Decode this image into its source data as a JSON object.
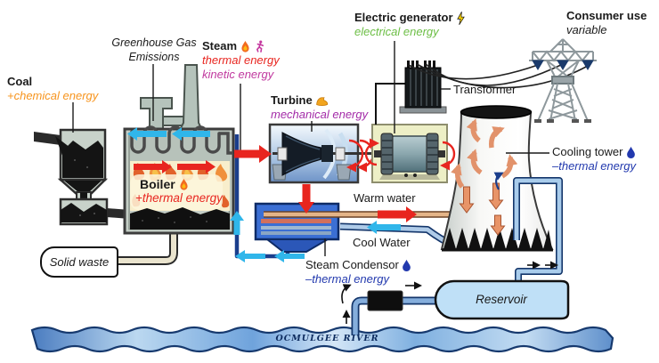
{
  "colors": {
    "chemical": "#F7941D",
    "thermal": "#E8251F",
    "kinetic": "#C0399F",
    "mechanical": "#A32BA8",
    "electrical": "#6CBE45",
    "cold": "#2239AE",
    "ink": "#1A1A1A"
  },
  "labels": {
    "coal": {
      "title": "Coal",
      "energy": "+chemical energy"
    },
    "emissions": {
      "line1": "Greenhouse Gas",
      "line2": "Emissions"
    },
    "steam": {
      "title": "Steam",
      "thermal": "thermal energy",
      "kinetic": "kinetic energy"
    },
    "boiler": {
      "title": "Boiler",
      "energy": "+thermal energy"
    },
    "turbine": {
      "title": "Turbine",
      "energy": "mechanical energy"
    },
    "generator": {
      "title": "Electric generator",
      "energy": "electrical energy"
    },
    "transformer": {
      "title": "Transformer"
    },
    "consumer": {
      "title": "Consumer use",
      "energy": "variable"
    },
    "cooling_tower": {
      "title": "Cooling tower",
      "energy": "–thermal energy"
    },
    "condenser": {
      "title": "Steam Condensor",
      "energy": "–thermal energy"
    },
    "warm_water": "Warm water",
    "cool_water": "Cool Water",
    "solid_waste": "Solid waste",
    "reservoir": "Reservoir",
    "river": "OCMULGEE RIVER"
  },
  "icons": {
    "steam": [
      "flame-icon",
      "runner-icon"
    ],
    "boiler": [
      "flame-icon"
    ],
    "turbine": [
      "biceps-icon"
    ],
    "generator": [
      "lightning-icon"
    ],
    "cooling_tower": [
      "droplet-icon"
    ],
    "condenser": [
      "droplet-icon"
    ]
  }
}
